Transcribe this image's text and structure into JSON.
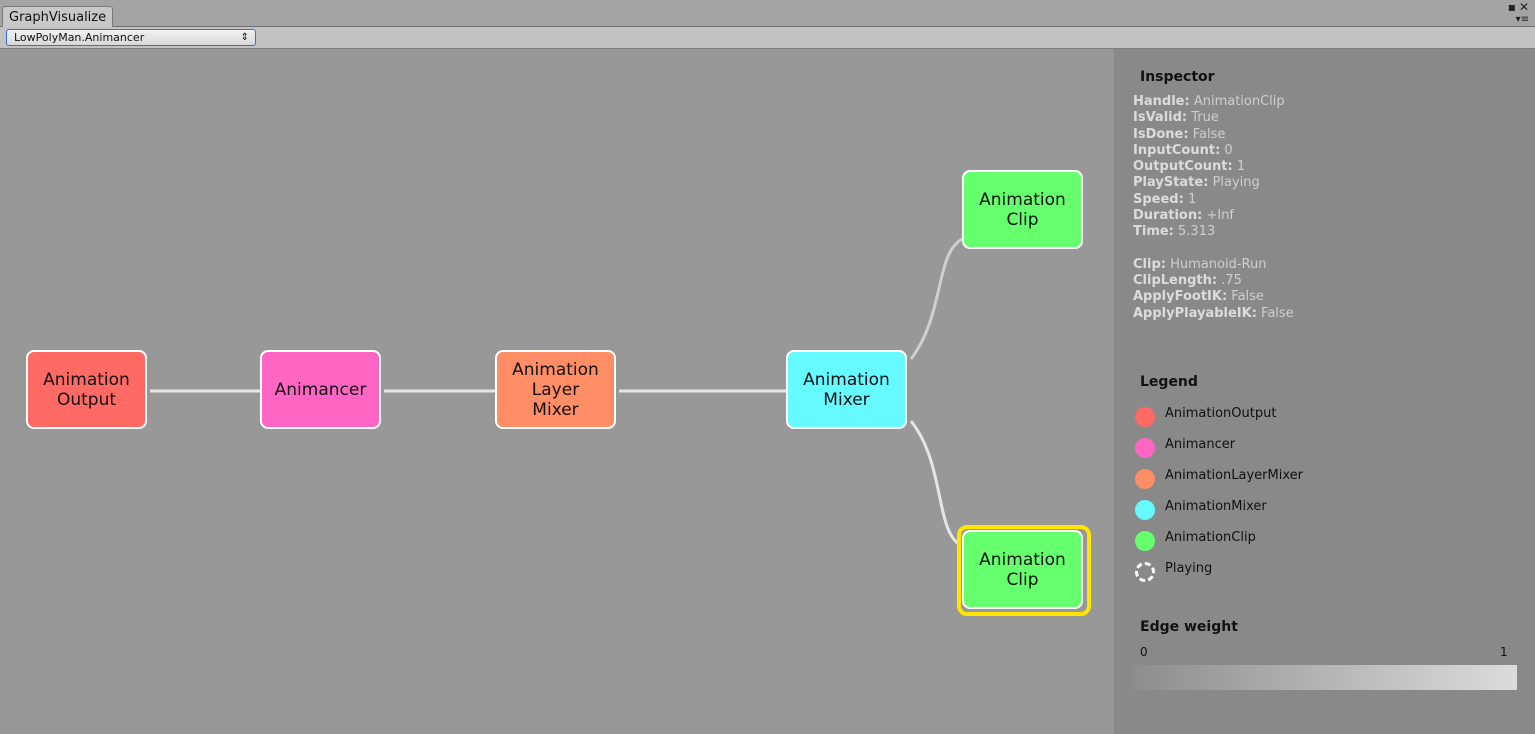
{
  "window": {
    "tab_title": "GraphVisualize",
    "menu_glyph": "▾≡",
    "colors": {
      "chrome": "#a4a4a4",
      "canvas": "#989898",
      "panel": "#898989",
      "focus": "#3b6fd6"
    }
  },
  "toolbar": {
    "graph_select_value": "LowPolyMan.Animancer",
    "graph_select_arrow": "⇕"
  },
  "graph": {
    "nodes": {
      "output": {
        "line1": "Animation",
        "line2": "Output",
        "color": "#ff6a64"
      },
      "animancer": {
        "line1": "Animancer",
        "color": "#ff66c4"
      },
      "layer_mixer": {
        "line1": "Animation",
        "line2": "Layer",
        "line3": "Mixer",
        "color": "#ff8d66"
      },
      "mixer": {
        "line1": "Animation",
        "line2": "Mixer",
        "color": "#66f9ff"
      },
      "clip_top": {
        "line1": "Animation",
        "line2": "Clip",
        "color": "#66ff6e"
      },
      "clip_bottom": {
        "line1": "Animation",
        "line2": "Clip",
        "color": "#66ff6e",
        "selected": true,
        "highlight_color": "#ffe600"
      }
    }
  },
  "inspector": {
    "title": "Inspector",
    "props": [
      {
        "key": "Handle:",
        "value": "AnimationClip"
      },
      {
        "key": "IsValid:",
        "value": "True"
      },
      {
        "key": "IsDone:",
        "value": "False"
      },
      {
        "key": "InputCount:",
        "value": "0"
      },
      {
        "key": "OutputCount:",
        "value": "1"
      },
      {
        "key": "PlayState:",
        "value": "Playing"
      },
      {
        "key": "Speed:",
        "value": "1"
      },
      {
        "key": "Duration:",
        "value": "+Inf"
      },
      {
        "key": "Time:",
        "value": "5.313"
      }
    ],
    "clip_props": [
      {
        "key": "Clip:",
        "value": "Humanoid-Run"
      },
      {
        "key": "ClipLength:",
        "value": ".75"
      },
      {
        "key": "ApplyFootIK:",
        "value": "False"
      },
      {
        "key": "ApplyPlayableIK:",
        "value": "False"
      }
    ]
  },
  "legend": {
    "title": "Legend",
    "items": [
      {
        "label": "AnimationOutput",
        "color": "#ff6a64"
      },
      {
        "label": "Animancer",
        "color": "#ff66c4"
      },
      {
        "label": "AnimationLayerMixer",
        "color": "#ff8d66"
      },
      {
        "label": "AnimationMixer",
        "color": "#66f9ff"
      },
      {
        "label": "AnimationClip",
        "color": "#66ff6e"
      },
      {
        "label": "Playing",
        "color": "#ffffff"
      }
    ]
  },
  "edge_weight": {
    "title": "Edge weight",
    "min_label": "0",
    "max_label": "1"
  }
}
